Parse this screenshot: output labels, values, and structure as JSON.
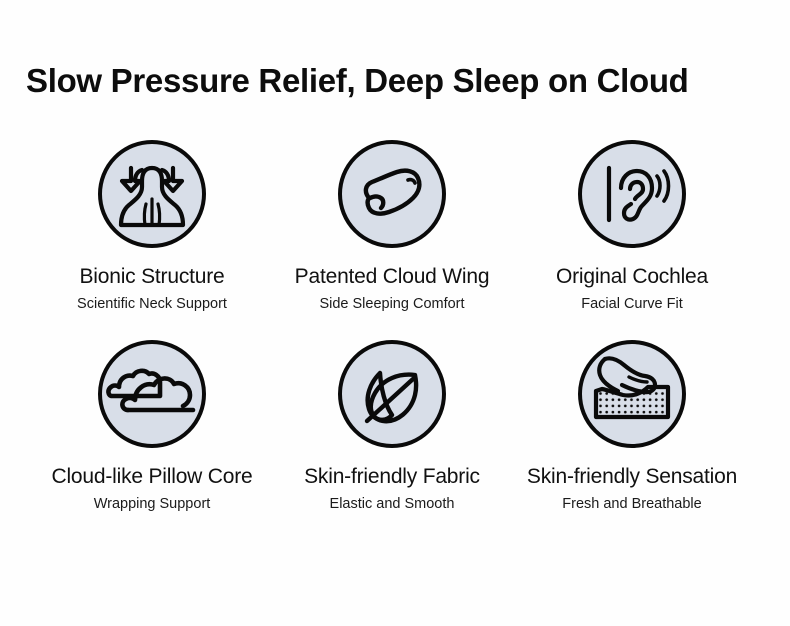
{
  "page": {
    "title": "Slow Pressure Relief, Deep Sleep on Cloud",
    "background_color": "#fefefe",
    "badge_fill_color": "#d8dee8",
    "stroke_color": "#0a0a0a",
    "text_color": "#111111"
  },
  "features": [
    {
      "icon": "neck-spine-arrows-icon",
      "title": "Bionic Structure",
      "subtitle": "Scientific Neck Support"
    },
    {
      "icon": "pillow-icon",
      "title": "Patented Cloud Wing",
      "subtitle": "Side Sleeping Comfort"
    },
    {
      "icon": "ear-soundwaves-icon",
      "title": "Original Cochlea",
      "subtitle": "Facial Curve Fit"
    },
    {
      "icon": "clouds-icon",
      "title": "Cloud-like Pillow Core",
      "subtitle": "Wrapping Support"
    },
    {
      "icon": "leaves-icon",
      "title": "Skin-friendly Fabric",
      "subtitle": "Elastic and Smooth"
    },
    {
      "icon": "hand-pressing-mattress-icon",
      "title": "Skin-friendly Sensation",
      "subtitle": "Fresh and Breathable"
    }
  ]
}
